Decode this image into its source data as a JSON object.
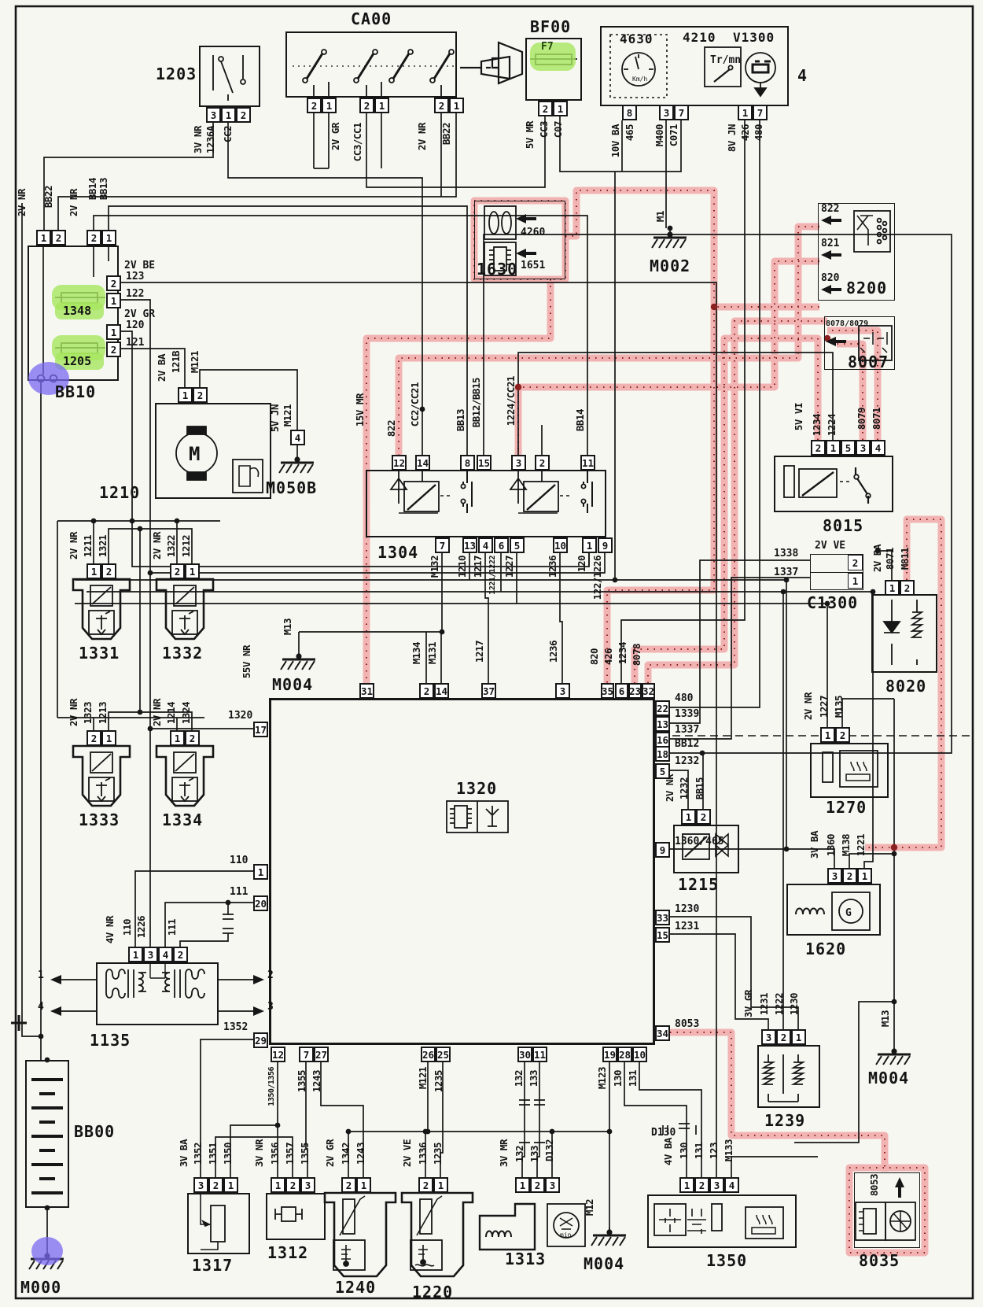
{
  "colors": {
    "pink_band": "#f0a8a8",
    "pink_dots": "#8b2020",
    "green": "#a6e65e",
    "purple": "#7a6af2",
    "wire": "#161616"
  },
  "icons": {
    "kmh": "Km/h",
    "trmn": "Tr/mn",
    "m": "M",
    "g": "G",
    "min": "min"
  },
  "c": {
    "b1203": {
      "id": "1203",
      "pins": [
        "3",
        "1",
        "2"
      ],
      "wl": [
        "3V NR",
        "1236A",
        "CC2"
      ]
    },
    "ca00": {
      "id": "CA00",
      "p1": [
        "2",
        "1"
      ],
      "p2": [
        "2",
        "1"
      ],
      "p3": [
        "2",
        "1"
      ],
      "wl": [
        "2V GR",
        "CC3/CC1",
        "2V NR",
        "BB22"
      ]
    },
    "bf00": {
      "id": "BF00",
      "fuse": "F7",
      "pins": [
        "2",
        "1"
      ],
      "wl": [
        "5V MR",
        "CC3",
        "C07"
      ]
    },
    "clus": {
      "id": "4",
      "g1": "4630",
      "g2": "4210",
      "g3": "V1300",
      "pins": [
        "8",
        "3",
        "7",
        "1",
        "7"
      ],
      "wl": [
        "10V BA",
        "465",
        "M400",
        "C071",
        "8V JN",
        "426",
        "480"
      ]
    },
    "bb10": {
      "id": "BB10",
      "pt1": [
        "1",
        "2"
      ],
      "pt2": [
        "2",
        "1"
      ],
      "wl": [
        "2V NR",
        "BB22",
        "2V NR",
        "BB14",
        "BB13"
      ],
      "f1": "1348",
      "f2": "1205",
      "r": [
        "2V BE",
        "123",
        "122",
        "2V GR",
        "120",
        "121"
      ],
      "pr": [
        "2",
        "1",
        "1",
        "2"
      ]
    },
    "b1210": {
      "id": "1210",
      "pins": [
        "1",
        "2"
      ],
      "wl": [
        "2V BA",
        "121B",
        "M121"
      ]
    },
    "m050b": {
      "id": "M050B",
      "pin": "4",
      "wl": [
        "5V JN",
        "M121"
      ]
    },
    "b1630": {
      "id": "1630",
      "a1": "4260",
      "a2": "1651"
    },
    "m002": {
      "id": "M002",
      "wl": "M1"
    },
    "b8200": {
      "id": "8200",
      "a": [
        "822",
        "821",
        "820"
      ]
    },
    "b8007": {
      "id": "8007",
      "a": "8078/8079"
    },
    "b1304": {
      "id": "1304",
      "tp": [
        "12",
        "14",
        "8",
        "15",
        "3",
        "2",
        "11"
      ],
      "twl": [
        "15V MR",
        "822",
        "CC2/CC21",
        "BB13",
        "BB12/BB15",
        "1224/CC21",
        "BB14"
      ],
      "bp": [
        "7",
        "13",
        "4",
        "6",
        "5",
        "10",
        "1",
        "9"
      ],
      "bwl": [
        "M132",
        "1210",
        "1217",
        "1221/1222",
        "1227",
        "1236",
        "120",
        "122/1226"
      ]
    },
    "b8015": {
      "id": "8015",
      "pins": [
        "2",
        "1",
        "5",
        "3",
        "4"
      ],
      "wl": [
        "5V VI",
        "1234",
        "1224",
        "8079",
        "8071"
      ]
    },
    "c1300": {
      "id": "C1300",
      "pins": [
        "2",
        "1"
      ],
      "wl": [
        "2V VE",
        "1338",
        "1337"
      ]
    },
    "b8020": {
      "id": "8020",
      "pins": [
        "1",
        "2"
      ],
      "wl": [
        "2V BA",
        "8071",
        "M811"
      ]
    },
    "inj1": {
      "id": "1331",
      "pins": [
        "1",
        "2"
      ],
      "wl": [
        "2V NR",
        "1211",
        "1321"
      ]
    },
    "inj2": {
      "id": "1332",
      "pins": [
        "2",
        "1"
      ],
      "wl": [
        "2V NR",
        "1322",
        "1212"
      ]
    },
    "inj3": {
      "id": "1333",
      "pins": [
        "2",
        "1"
      ],
      "wl": [
        "2V NR",
        "1323",
        "1213"
      ]
    },
    "inj4": {
      "id": "1334",
      "pins": [
        "1",
        "2"
      ],
      "wl": [
        "2V NR",
        "1214",
        "1324"
      ]
    },
    "ecu": {
      "id": "1320",
      "gnd": "M004",
      "gw": [
        "55V NR",
        "M13"
      ],
      "tp": [
        "31",
        "2",
        "14",
        "37",
        "3",
        "35",
        "6",
        "23",
        "32"
      ],
      "twl": [
        "M134",
        "M131",
        "1217",
        "1236",
        "820",
        "426",
        "1234",
        "8078"
      ],
      "lp": [
        "17",
        "1",
        "20",
        "29"
      ],
      "lwl": [
        "1320",
        "110",
        "111",
        "1352"
      ],
      "rp": [
        "22",
        "13",
        "16",
        "18",
        "5",
        "9",
        "33",
        "15",
        "34"
      ],
      "rwl": [
        "480",
        "1339",
        "1337",
        "BB12",
        "1232",
        "1360/465",
        "1230",
        "1231",
        "8053"
      ],
      "bp": [
        "12",
        "7",
        "27",
        "26",
        "25",
        "30",
        "11",
        "19",
        "28",
        "10"
      ],
      "bwl": [
        "1350/1356",
        "1355",
        "1243",
        "M121",
        "1235",
        "132",
        "133",
        "M123",
        "130",
        "131"
      ]
    },
    "b1215": {
      "id": "1215",
      "pins": [
        "1",
        "2"
      ],
      "wl": [
        "2V NR",
        "1232",
        "BB15"
      ]
    },
    "b1270": {
      "id": "1270",
      "pins": [
        "1",
        "2"
      ],
      "wl": [
        "2V NR",
        "1227",
        "M135"
      ]
    },
    "b1620": {
      "id": "1620",
      "pins": [
        "3",
        "2",
        "1"
      ],
      "wl": [
        "3V BA",
        "1360",
        "M138",
        "1221"
      ]
    },
    "b1239": {
      "id": "1239",
      "pins": [
        "3",
        "2",
        "1"
      ],
      "wl": [
        "3V GR",
        "1231",
        "1222",
        "1230"
      ]
    },
    "m004r": {
      "id": "M004",
      "wl": "M13"
    },
    "b8035": {
      "id": "8035",
      "wl": "8053"
    },
    "b1135": {
      "id": "1135",
      "pins": [
        "1",
        "3",
        "4",
        "2"
      ],
      "wl": [
        "4V NR",
        "110",
        "1226",
        "111"
      ],
      "sp": [
        "1",
        "4",
        "2",
        "3"
      ]
    },
    "bb00": {
      "id": "BB00",
      "plus": "+"
    },
    "m000": {
      "id": "M000"
    },
    "b1317": {
      "id": "1317",
      "pins": [
        "3",
        "2",
        "1"
      ],
      "wl": [
        "3V BA",
        "1352",
        "1351",
        "1350"
      ]
    },
    "b1312": {
      "id": "1312",
      "pins": [
        "1",
        "2",
        "3"
      ],
      "wl": [
        "3V NR",
        "1356",
        "1357",
        "1355"
      ]
    },
    "b1240": {
      "id": "1240",
      "pins": [
        "2",
        "1"
      ],
      "wl": [
        "2V GR",
        "1342",
        "1243"
      ]
    },
    "b1220": {
      "id": "1220",
      "pins": [
        "2",
        "1"
      ],
      "wl": [
        "2V VE",
        "1336",
        "1235"
      ]
    },
    "b1313": {
      "id": "1313",
      "pins": [
        "1",
        "2",
        "3"
      ],
      "wl": [
        "3V MR",
        "132",
        "133",
        "D132"
      ]
    },
    "m004b": {
      "id": "M004",
      "wl": "M12"
    },
    "b1350": {
      "id": "1350",
      "pins": [
        "1",
        "2",
        "3",
        "4"
      ],
      "wl": [
        "4V BA",
        "130",
        "131",
        "123",
        "M133"
      ],
      "d": "D130"
    }
  }
}
